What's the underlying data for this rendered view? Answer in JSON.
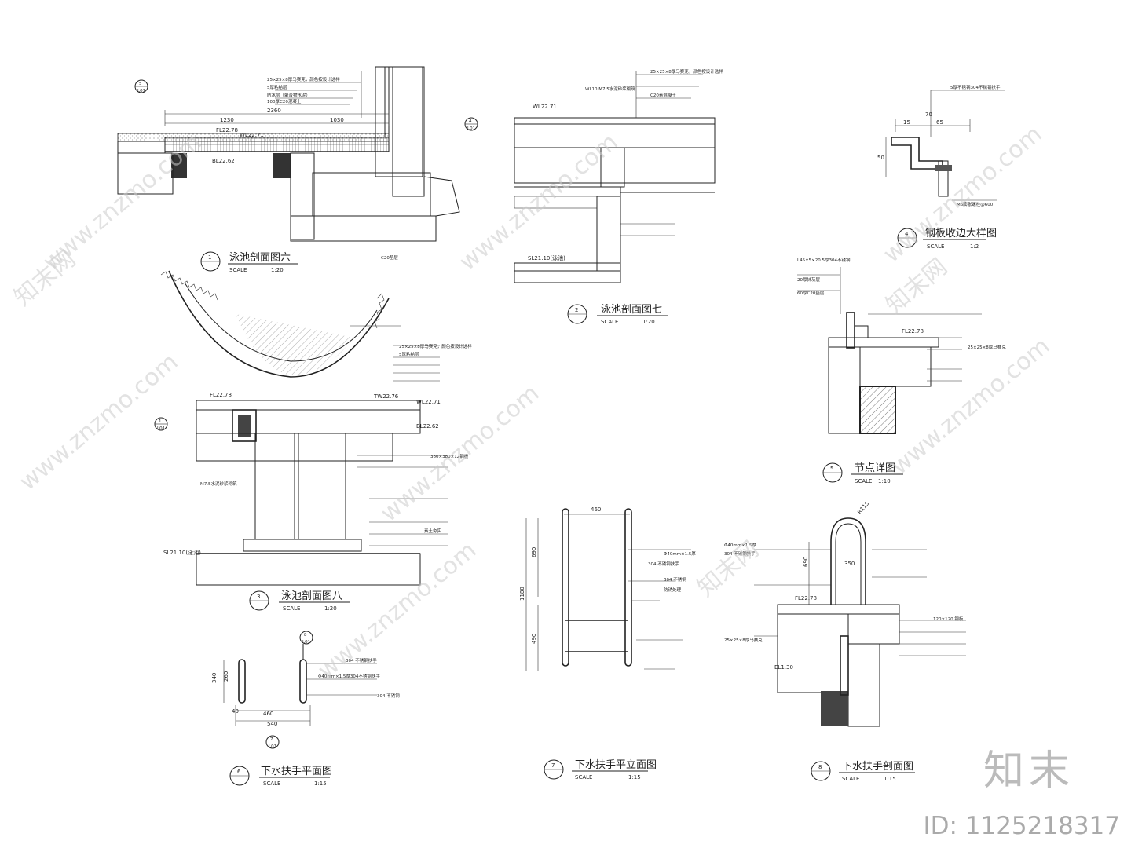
{
  "drawings": [
    {
      "num": "1",
      "title": "泳池剖面图六",
      "scale_label": "SCALE",
      "scale": "1:20"
    },
    {
      "num": "2",
      "title": "泳池剖面图七",
      "scale_label": "SCALE",
      "scale": "1:20"
    },
    {
      "num": "3",
      "title": "泳池剖面图八",
      "scale_label": "SCALE",
      "scale": "1:20"
    },
    {
      "num": "4",
      "title": "钢板收边大样图",
      "scale_label": "SCALE",
      "scale": "1:2"
    },
    {
      "num": "5",
      "title": "节点详图",
      "scale_label": "SCALE",
      "scale": "1:10"
    },
    {
      "num": "6",
      "title": "下水扶手平面图",
      "scale_label": "SCALE",
      "scale": "1:15"
    },
    {
      "num": "7",
      "title": "下水扶手平立面图",
      "scale_label": "SCALE",
      "scale": "1:15"
    },
    {
      "num": "8",
      "title": "下水扶手剖面图",
      "scale_label": "SCALE",
      "scale": "1:15"
    }
  ],
  "levels": {
    "fl1": "FL22.78",
    "wl1": "WL22.71",
    "bl1": "BL22.62",
    "wl2": "WL22.71",
    "sl2": "SL21.10(泳池)",
    "fl3": "FL22.78",
    "tw3": "TW22.76",
    "wl3": "WL22.71",
    "bl3": "BL22.62",
    "sl3": "SL21.10(泳池)",
    "fl5": "FL22.78",
    "fl8": "FL22.78",
    "el8": "EL1.30"
  },
  "dimensions": {
    "d1a": "2360",
    "d1b": "1230",
    "d1c": "1030",
    "d4a": "70",
    "d4b": "65",
    "d4c": "15",
    "d4d": "50",
    "d6a": "460",
    "d6b": "540",
    "d6c": "40",
    "d6d": "340",
    "d6e": "260",
    "d7a": "460",
    "d7b": "690",
    "d7c": "1180",
    "d7d": "490",
    "d8a": "690",
    "d8b": "350",
    "d8c": "R115"
  },
  "notes": {
    "n1": [
      "25×25×8厚马赛克，颜色按设计选样",
      "5厚粘结层",
      "防水层（聚合物水泥）",
      "100厚C20混凝土",
      "C20垫层"
    ],
    "n2": [
      "25×25×8厚马赛克，颜色按设计选样",
      "WL10 M7.5水泥砂浆砌筑",
      "C20素混凝土"
    ],
    "n3": [
      "25×25×8厚马赛克，颜色按设计选样",
      "5厚粘结层",
      "380×380×12钢板",
      "M7.5水泥砂浆砌筑",
      "素土夯实"
    ],
    "n4": [
      "5厚不锈钢304不锈钢扶手",
      "M6膨胀螺栓@600"
    ],
    "n5": [
      "L45×5×20 5厚304不锈钢",
      "20厚抹灰层",
      "60厚C20垫层",
      "25×25×8厚马赛克"
    ],
    "n6": [
      "304 不锈钢扶手",
      "Φ40mm×1.5厚304不锈钢扶手",
      "304 不锈钢"
    ],
    "n7": [
      "Φ40mm×1.5厚",
      "304 不锈钢扶手",
      "304 不锈钢",
      "防锈处理"
    ],
    "n8": [
      "Φ40mm×1.5厚",
      "304 不锈钢扶手",
      "25×25×8厚马赛克",
      "120×120 钢板"
    ]
  },
  "section_refs": {
    "r1": "5",
    "r1s": "L01",
    "r2": "4",
    "r2s": "L01",
    "r3": "1",
    "r3s": "L01",
    "r6": "8",
    "r6s": "L01",
    "r7": "7",
    "r7s": "L01"
  },
  "watermark": {
    "text": "www.znzmo.com",
    "cn": "知末网"
  },
  "brand": "知末",
  "id_text": "ID: 1125218317"
}
